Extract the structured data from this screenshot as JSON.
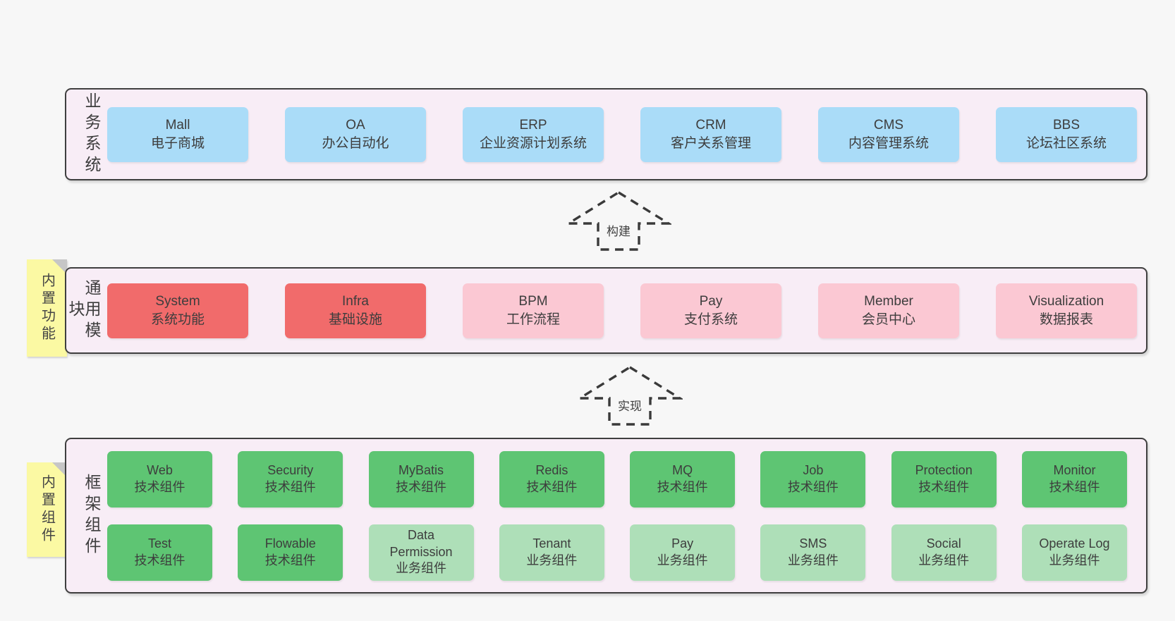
{
  "colors": {
    "page_bg": "#f7f7f7",
    "panel_bg": "#f8edf6",
    "panel_border": "#3f3f3f",
    "box_blue": "#aadcf8",
    "box_red": "#f16b6b",
    "box_pink": "#fbc8d3",
    "box_green": "#5ec573",
    "box_green_light": "#aedfb8",
    "note_yellow": "#fbf9a3",
    "note_fold_gray": "#c6c6c6",
    "text": "#3d3d3d"
  },
  "arrows": [
    {
      "label": "构建"
    },
    {
      "label": "实现"
    }
  ],
  "layers": {
    "business": {
      "label": "业务系统",
      "boxes": [
        {
          "title": "Mall",
          "subtitle": "电子商城",
          "variant": "blue"
        },
        {
          "title": "OA",
          "subtitle": "办公自动化",
          "variant": "blue"
        },
        {
          "title": "ERP",
          "subtitle": "企业资源计划系统",
          "variant": "blue"
        },
        {
          "title": "CRM",
          "subtitle": "客户关系管理",
          "variant": "blue"
        },
        {
          "title": "CMS",
          "subtitle": "内容管理系统",
          "variant": "blue"
        },
        {
          "title": "BBS",
          "subtitle": "论坛社区系统",
          "variant": "blue"
        }
      ]
    },
    "modules": {
      "label": "通用模块",
      "note": "内置功能",
      "boxes": [
        {
          "title": "System",
          "subtitle": "系统功能",
          "variant": "red"
        },
        {
          "title": "Infra",
          "subtitle": "基础设施",
          "variant": "red"
        },
        {
          "title": "BPM",
          "subtitle": "工作流程",
          "variant": "pink"
        },
        {
          "title": "Pay",
          "subtitle": "支付系统",
          "variant": "pink"
        },
        {
          "title": "Member",
          "subtitle": "会员中心",
          "variant": "pink"
        },
        {
          "title": "Visualization",
          "subtitle": "数据报表",
          "variant": "pink"
        }
      ]
    },
    "components": {
      "label": "框架组件",
      "note": "内置组件",
      "rows": [
        [
          {
            "title": "Web",
            "subtitle": "技术组件",
            "variant": "green"
          },
          {
            "title": "Security",
            "subtitle": "技术组件",
            "variant": "green"
          },
          {
            "title": "MyBatis",
            "subtitle": "技术组件",
            "variant": "green"
          },
          {
            "title": "Redis",
            "subtitle": "技术组件",
            "variant": "green"
          },
          {
            "title": "MQ",
            "subtitle": "技术组件",
            "variant": "green"
          },
          {
            "title": "Job",
            "subtitle": "技术组件",
            "variant": "green"
          },
          {
            "title": "Protection",
            "subtitle": "技术组件",
            "variant": "green"
          },
          {
            "title": "Monitor",
            "subtitle": "技术组件",
            "variant": "green"
          }
        ],
        [
          {
            "title": "Test",
            "subtitle": "技术组件",
            "variant": "green"
          },
          {
            "title": "Flowable",
            "subtitle": "技术组件",
            "variant": "green"
          },
          {
            "title": "Data Permission",
            "subtitle": "业务组件",
            "variant": "green-light"
          },
          {
            "title": "Tenant",
            "subtitle": "业务组件",
            "variant": "green-light"
          },
          {
            "title": "Pay",
            "subtitle": "业务组件",
            "variant": "green-light"
          },
          {
            "title": "SMS",
            "subtitle": "业务组件",
            "variant": "green-light"
          },
          {
            "title": "Social",
            "subtitle": "业务组件",
            "variant": "green-light"
          },
          {
            "title": "Operate Log",
            "subtitle": "业务组件",
            "variant": "green-light"
          }
        ]
      ]
    }
  }
}
